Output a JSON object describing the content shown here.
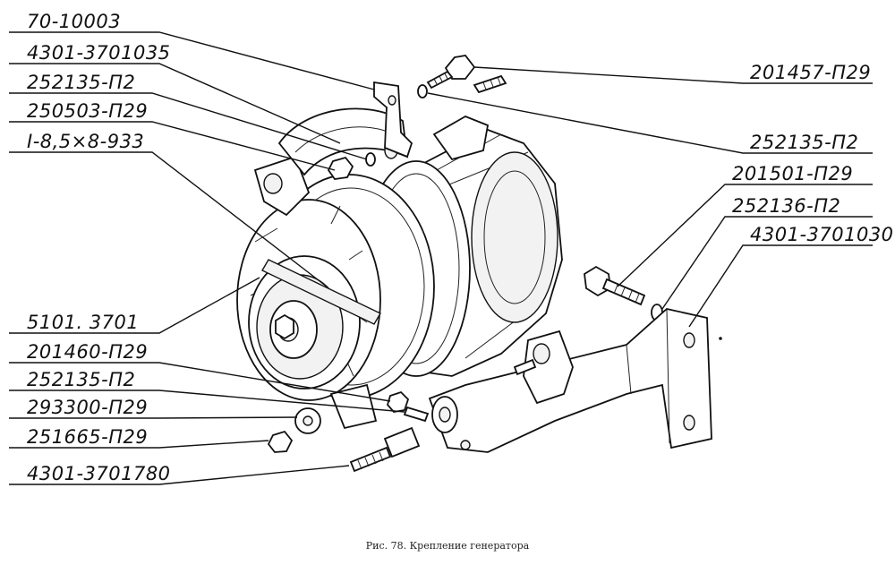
{
  "labels": {
    "l70": "70-10003",
    "l4301_035": "4301-3701035",
    "l252135_a": "252135-П2",
    "l250503": "250503-П29",
    "l_i85": "I-8,5×8-933",
    "l5101": "5101. 3701",
    "l201460": "201460-П29",
    "l252135_b": "252135-П2",
    "l293300": "293300-П29",
    "l251665": "251665-П29",
    "l4301_780": "4301-3701780",
    "r201457": "201457-П29",
    "r252135": "252135-П2",
    "r201501": "201501-П29",
    "r252136": "252136-П2",
    "r4301_030": "4301-3701030"
  },
  "caption": "Рис. 78.  Крепление генератора"
}
